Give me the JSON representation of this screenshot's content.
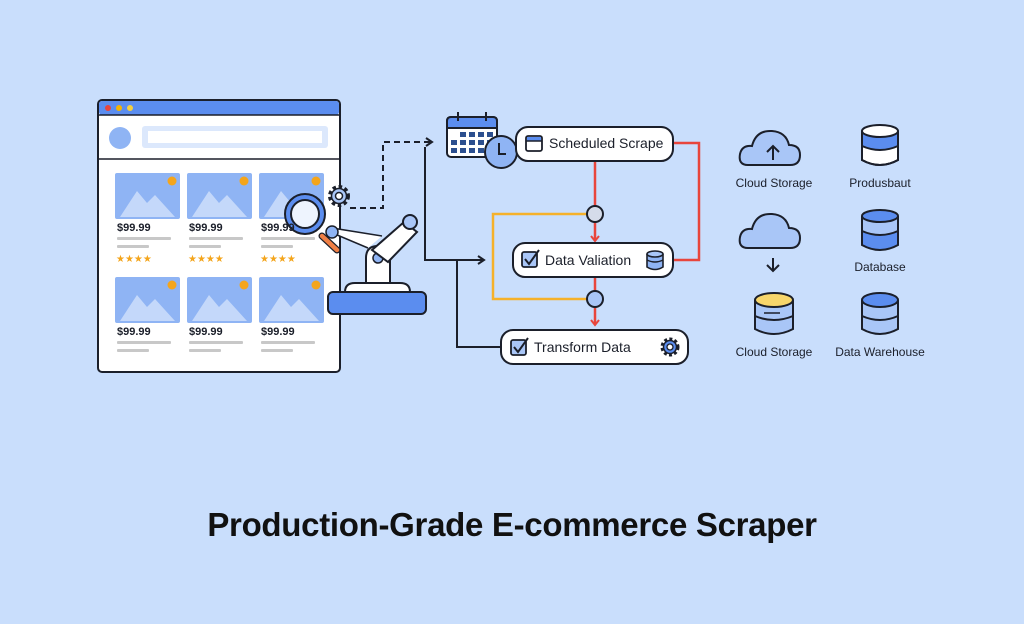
{
  "title": "Production-Grade E-commerce Scraper",
  "colors": {
    "background": "#c9defc",
    "accent_blue": "#5b8def",
    "flow_red": "#e8453c",
    "flow_orange": "#f5b12a",
    "dark": "#1b1f2a",
    "star": "#f4a51c",
    "cylinder_yellow": "#f7d66b"
  },
  "browser": {
    "window_dots": [
      "#e8453c",
      "#f4b400",
      "#f4d03f"
    ],
    "products": [
      {
        "price": "$99.99",
        "stars": "★★★★"
      },
      {
        "price": "$99.99",
        "stars": "★★★★"
      },
      {
        "price": "$99.99",
        "stars": "★★★★"
      },
      {
        "price": "$99.99",
        "stars": ""
      },
      {
        "price": "$99.99",
        "stars": ""
      },
      {
        "price": "$99.99",
        "stars": ""
      }
    ]
  },
  "icons": {
    "scraper_robot": "robot-arm-icon",
    "magnifier": "magnifier-icon",
    "gear": "gear-icon",
    "calendar": "calendar-icon",
    "clock": "clock-icon"
  },
  "pipeline": {
    "nodes": [
      {
        "label": "Scheduled Scrape",
        "icon": "calendar-icon"
      },
      {
        "label": "Data Valiation",
        "icon": "checkbox-icon",
        "trailing_icon": "database-icon"
      },
      {
        "label": "Transform Data",
        "icon": "checkbox-icon",
        "trailing_icon": "gear-icon"
      }
    ]
  },
  "storage": [
    {
      "label": "Cloud Storage",
      "icon": "cloud-upload-icon"
    },
    {
      "label": "Produsbaut",
      "icon": "database-icon"
    },
    {
      "label": "",
      "icon": "cloud-download-icon"
    },
    {
      "label": "Database",
      "icon": "database-icon"
    },
    {
      "label": "Cloud Storage",
      "icon": "storage-cylinder-icon"
    },
    {
      "label": "Data Warehouse",
      "icon": "database-icon"
    }
  ]
}
